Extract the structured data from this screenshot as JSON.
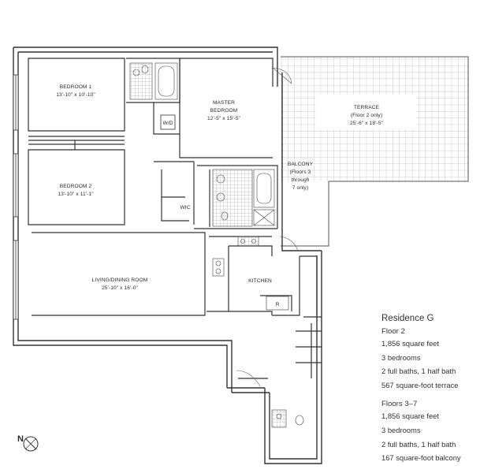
{
  "plan": {
    "rooms": {
      "bedroom1": {
        "name": "BEDROOM 1",
        "dims": "13'-10\" x 10'-10\""
      },
      "bedroom2": {
        "name": "BEDROOM 2",
        "dims": "13'-10\" x 11'-1\""
      },
      "master": {
        "name_line1": "MASTER",
        "name_line2": "BEDROOM",
        "dims": "12'-5\" x 15'-5\""
      },
      "terrace": {
        "name": "TERRACE",
        "note": "(Floor 2 only)",
        "dims": "25'-6\" x 18'-5\""
      },
      "balcony": {
        "name": "BALCONY",
        "note1": "(Floors 3",
        "note2": "through",
        "note3": "7 only)"
      },
      "living": {
        "name": "LIVING/DINING ROOM",
        "dims": "25'-10\" x 16'-0\""
      },
      "kitchen": {
        "name": "KITCHEN"
      },
      "wic": {
        "name": "WIC"
      },
      "wd": {
        "name": "W/D"
      },
      "fridge": {
        "name": "R"
      }
    },
    "compass": {
      "label": "N"
    }
  },
  "info": {
    "title": "Residence G",
    "floor2": {
      "heading": "Floor 2",
      "lines": [
        "1,856 square feet",
        "3 bedrooms",
        "2 full baths, 1 half bath",
        "567 square-foot terrace"
      ]
    },
    "floors37": {
      "heading": "Floors 3–7",
      "lines": [
        "1,856 square feet",
        "3 bedrooms",
        "2 full baths, 1 half bath",
        "167 square-foot balcony"
      ]
    }
  }
}
